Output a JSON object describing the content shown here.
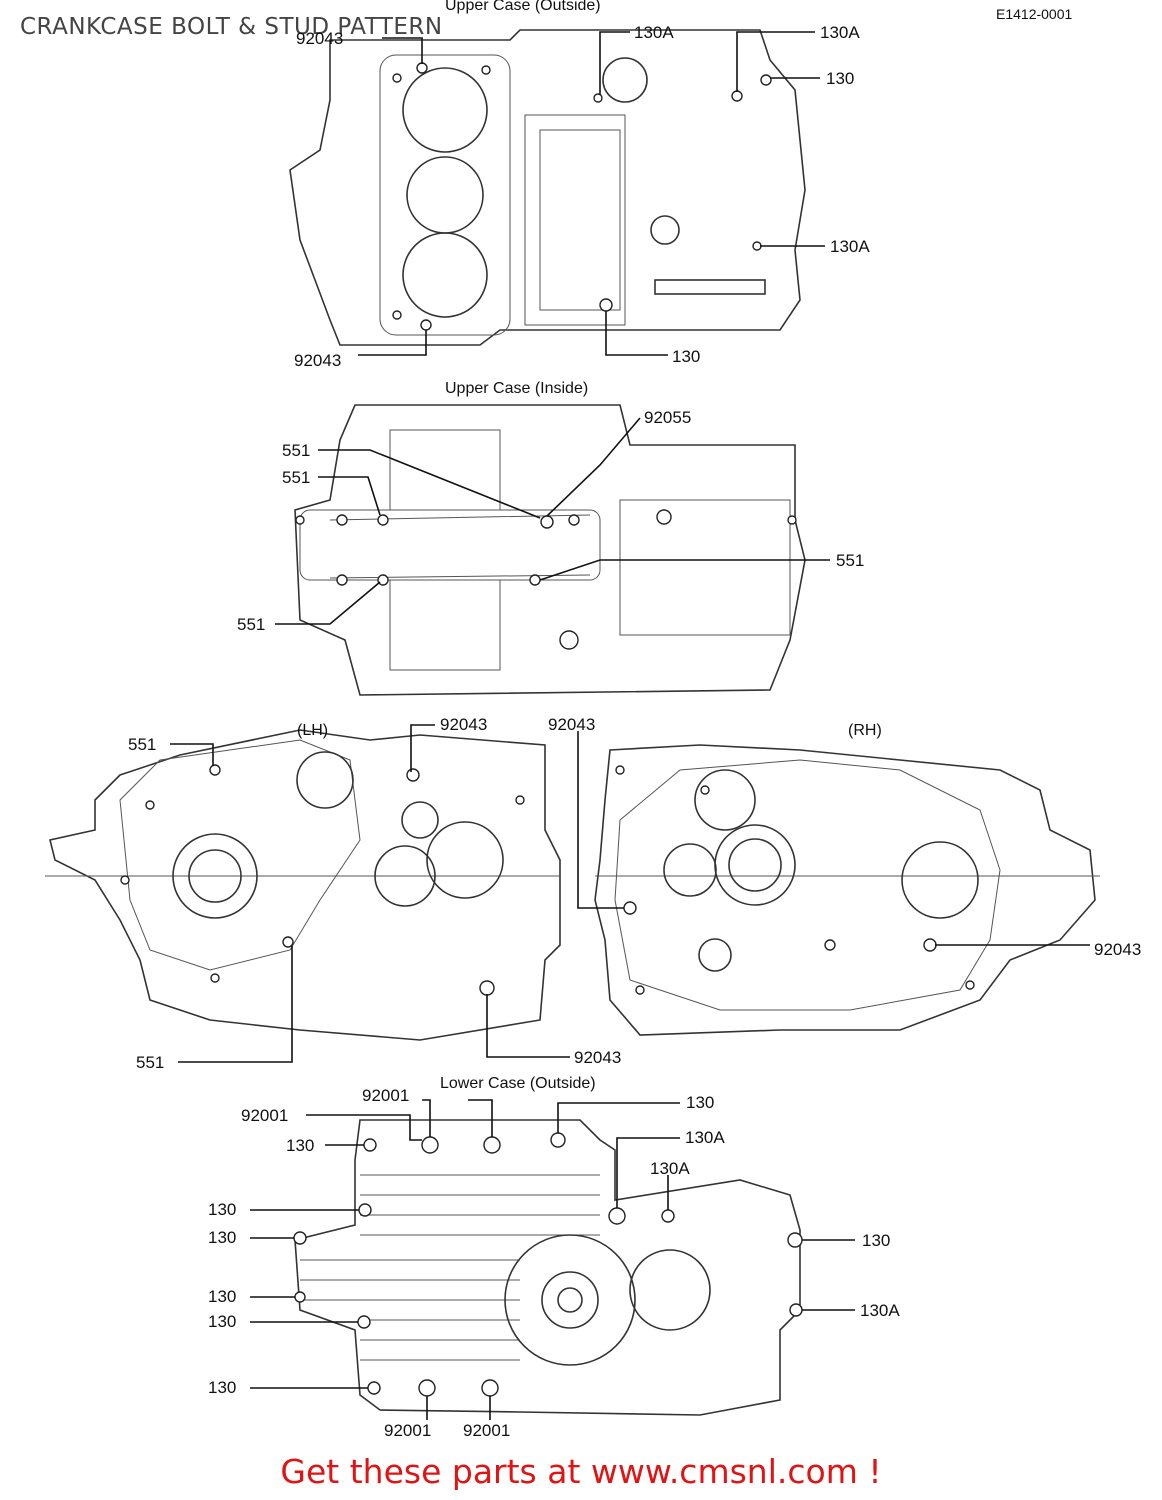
{
  "title": "CRANKCASE BOLT & STUD PATTERN",
  "drawing_code": "E1412-0001",
  "promo_text": "Get these parts at www.cmsnl.com !",
  "sections": {
    "upper_outside": "Upper Case (Outside)",
    "upper_inside": "Upper Case (Inside)",
    "lh": "(LH)",
    "rh": "(RH)",
    "lower_outside": "Lower Case (Outside)"
  },
  "callouts": {
    "uo_92043_top": "92043",
    "uo_130A_a": "130A",
    "uo_130A_b": "130A",
    "uo_130_a": "130",
    "uo_130A_c": "130A",
    "uo_92043_bottom": "92043",
    "uo_130_b": "130",
    "ui_92055": "92055",
    "ui_551_a": "551",
    "ui_551_b": "551",
    "ui_551_c": "551",
    "ui_551_d": "551",
    "lh_551_top": "551",
    "lh_92043_top": "92043",
    "lh_551_bottom": "551",
    "lh_92043_bottom": "92043",
    "rh_92043_top": "92043",
    "rh_92043_side": "92043",
    "lo_92001_a": "92001",
    "lo_92001_b": "92001",
    "lo_130_a": "130",
    "lo_130_b": "130",
    "lo_130A_a": "130A",
    "lo_130A_b": "130A",
    "lo_130_c": "130",
    "lo_130_d": "130",
    "lo_130_e": "130",
    "lo_130_f": "130",
    "lo_130_g": "130",
    "lo_130_h": "130",
    "lo_130A_c": "130A",
    "lo_92001_c": "92001",
    "lo_92001_d": "92001"
  }
}
